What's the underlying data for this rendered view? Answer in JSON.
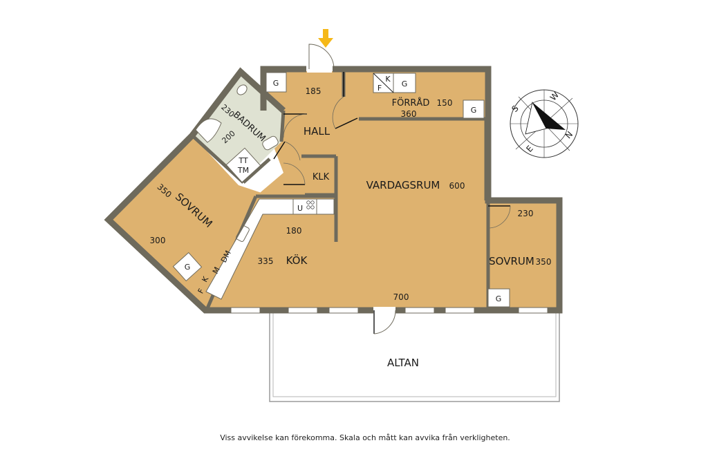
{
  "colors": {
    "floor": "#deb26f",
    "bathroom_floor": "#dfe2d2",
    "wall": "#6e6a5c",
    "entry_arrow": "#f5b818",
    "balcony_outline": "#9a9a9a",
    "compass_pointer": "#111111"
  },
  "rooms": {
    "hall": "HALL",
    "badrum": "BADRUM",
    "forrad": "FÖRRÅD",
    "klk": "KLK",
    "vardagsrum": "VARDAGSRUM",
    "sovrum_left": "SOVRUM",
    "kok": "KÖK",
    "sovrum_right": "SOVRUM",
    "altan": "ALTAN"
  },
  "dimensions": {
    "hall_width": "185",
    "badrum_width": "230",
    "badrum_depth": "200",
    "forrad_depth": "150",
    "forrad_width": "360",
    "vardagsrum_depth": "600",
    "sovrum_left_width": "350",
    "sovrum_left_depth": "300",
    "kok_width": "180",
    "kok_depth": "335",
    "sovrum_right_width": "230",
    "sovrum_right_depth": "350",
    "bottom_width": "700"
  },
  "symbols": {
    "wardrobe": "G",
    "fridge": "F",
    "freezer": "K",
    "washer": "TT",
    "dryer": "TM",
    "oven": "U",
    "microwave": "M",
    "dishwasher": "DM"
  },
  "compass": {
    "north": "N",
    "south": "S",
    "east": "E",
    "west": "W"
  },
  "disclaimer": "Viss avvikelse kan förekomma. Skala och mått kan avvika från verkligheten."
}
